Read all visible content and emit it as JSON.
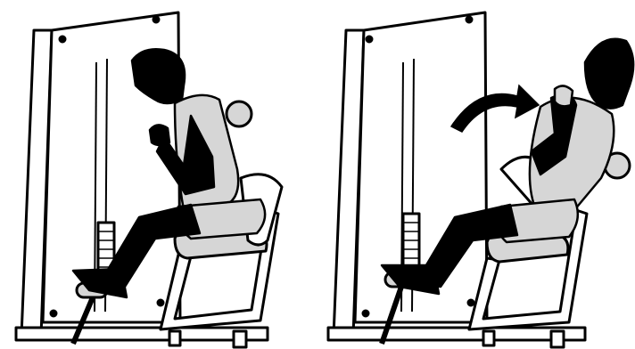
{
  "figure": {
    "panels": [
      {
        "id": "start-position",
        "pose": "upright"
      },
      {
        "id": "end-position",
        "pose": "reclined",
        "motion_arrow": "clockwise"
      }
    ],
    "colors": {
      "ink": "#000000",
      "pad": "#d6d6d6",
      "frame": "#ffffff"
    },
    "icons": [
      "curved-arrow-icon"
    ]
  }
}
